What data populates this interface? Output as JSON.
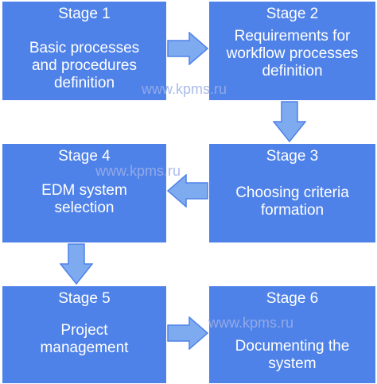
{
  "diagram": {
    "stages": [
      {
        "title": "Stage 1",
        "lines": [
          "Basic processes",
          "and procedures",
          "definition"
        ]
      },
      {
        "title": "Stage 2",
        "lines": [
          "Requirements for",
          "workflow processes",
          "definition"
        ]
      },
      {
        "title": "Stage 3",
        "lines": [
          "Choosing criteria",
          "formation"
        ]
      },
      {
        "title": "Stage 4",
        "lines": [
          "EDM system",
          "selection"
        ]
      },
      {
        "title": "Stage 5",
        "lines": [
          "Project",
          "management"
        ]
      },
      {
        "title": "Stage 6",
        "lines": [
          "Documenting the",
          "system"
        ]
      }
    ],
    "watermark": "www.kpms.ru",
    "colors": {
      "box": "#4f82e8",
      "arrow_fill": "#7eaaf0",
      "arrow_stroke": "#4f82e8",
      "text": "#ffffff"
    }
  }
}
